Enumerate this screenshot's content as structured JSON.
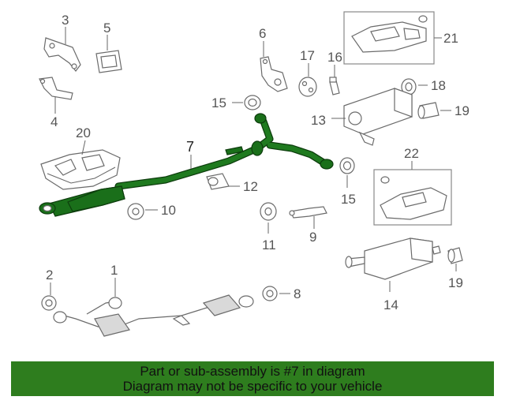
{
  "diagram": {
    "callouts": {
      "c1": "1",
      "c2": "2",
      "c3": "3",
      "c4": "4",
      "c5": "5",
      "c6": "6",
      "c7": "7",
      "c8": "8",
      "c9": "9",
      "c10": "10",
      "c11": "11",
      "c12": "12",
      "c13": "13",
      "c14": "14",
      "c15a": "15",
      "c15b": "15",
      "c16": "16",
      "c17": "17",
      "c18": "18",
      "c19a": "19",
      "c19b": "19",
      "c20": "20",
      "c21": "21",
      "c22": "22"
    },
    "highlight_color": "#1f7a1f"
  },
  "banner": {
    "line1": "Part or sub-assembly is #7 in diagram",
    "line2": "Diagram may not be specific to your vehicle",
    "background": "#2e7d1e"
  }
}
